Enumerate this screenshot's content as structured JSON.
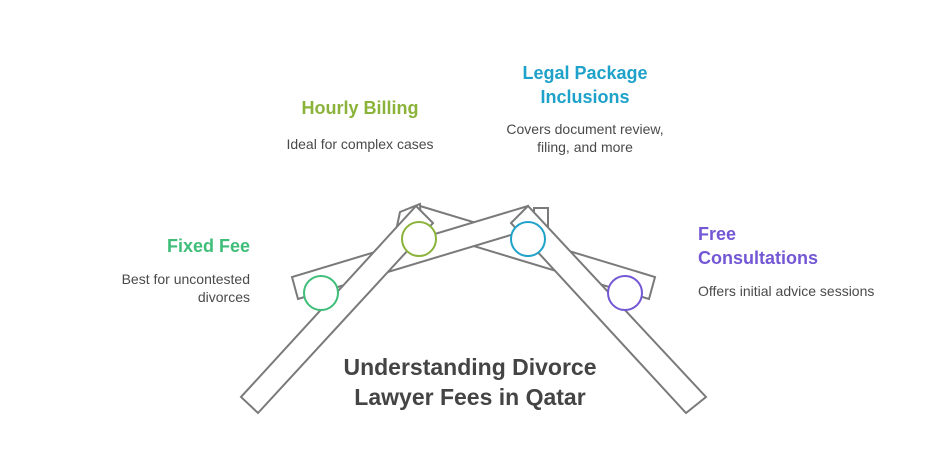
{
  "title": "Understanding Divorce Lawyer Fees in Qatar",
  "items": [
    {
      "id": "hourly",
      "heading": "Hourly Billing",
      "description": "Ideal for complex cases",
      "color": "#8bb33a"
    },
    {
      "id": "legal",
      "heading": "Legal Package Inclusions",
      "description": "Covers document review, filing, and more",
      "color": "#1fa2c9"
    },
    {
      "id": "fixed",
      "heading": "Fixed Fee",
      "description": "Best for uncontested divorces",
      "color": "#3ebe78"
    },
    {
      "id": "free",
      "heading": "Free Consultations",
      "description": "Offers initial advice sessions",
      "color": "#7357d4"
    }
  ],
  "colors": {
    "beam_stroke": "#7a7a7a",
    "title_text": "#444444",
    "description_text": "#4a4a4a"
  }
}
